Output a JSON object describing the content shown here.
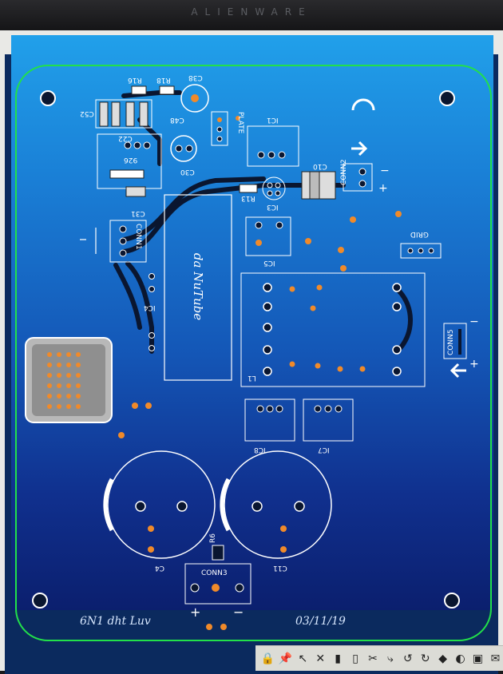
{
  "monitor": {
    "brand": "ALIENWARE"
  },
  "board": {
    "title_left": "6N1 dht Luv",
    "title_right": "03/11/19",
    "nutube": "da NuTube"
  },
  "labels": {
    "r16": "R16",
    "r18": "R18",
    "c38": "C38",
    "c48": "C48",
    "c52": "C52",
    "c22": "C22",
    "c30": "C30",
    "c10": "C10",
    "c31": "C31",
    "ic1": "IC1",
    "ic3": "IC3",
    "ic4": "IC4",
    "ic5": "IC5",
    "ic7": "IC7",
    "ic8": "IC8",
    "r13": "R13",
    "r6": "R6",
    "c4": "C4",
    "c11": "C11",
    "l1": "L1",
    "plate": "PLATE",
    "grid": "GRID",
    "conn1": "CONN1",
    "conn2": "CONN2",
    "conn3": "CONN3",
    "conn5": "CONN5",
    "part926": "926",
    "plus": "+",
    "minus": "−"
  },
  "toolbar": {
    "icons": [
      "lock-icon",
      "pin-icon",
      "cursor-icon",
      "close-x-icon",
      "page-icon",
      "page-icon",
      "scissors-icon",
      "route-icon",
      "undo-icon",
      "redo-icon",
      "fill-icon",
      "view-icon",
      "image-icon",
      "mail-icon"
    ]
  },
  "colors": {
    "board_edge": "#22e04a",
    "trace": "#0a1630",
    "pad_gold": "#f08a2a",
    "silkscreen": "#ffffff"
  }
}
